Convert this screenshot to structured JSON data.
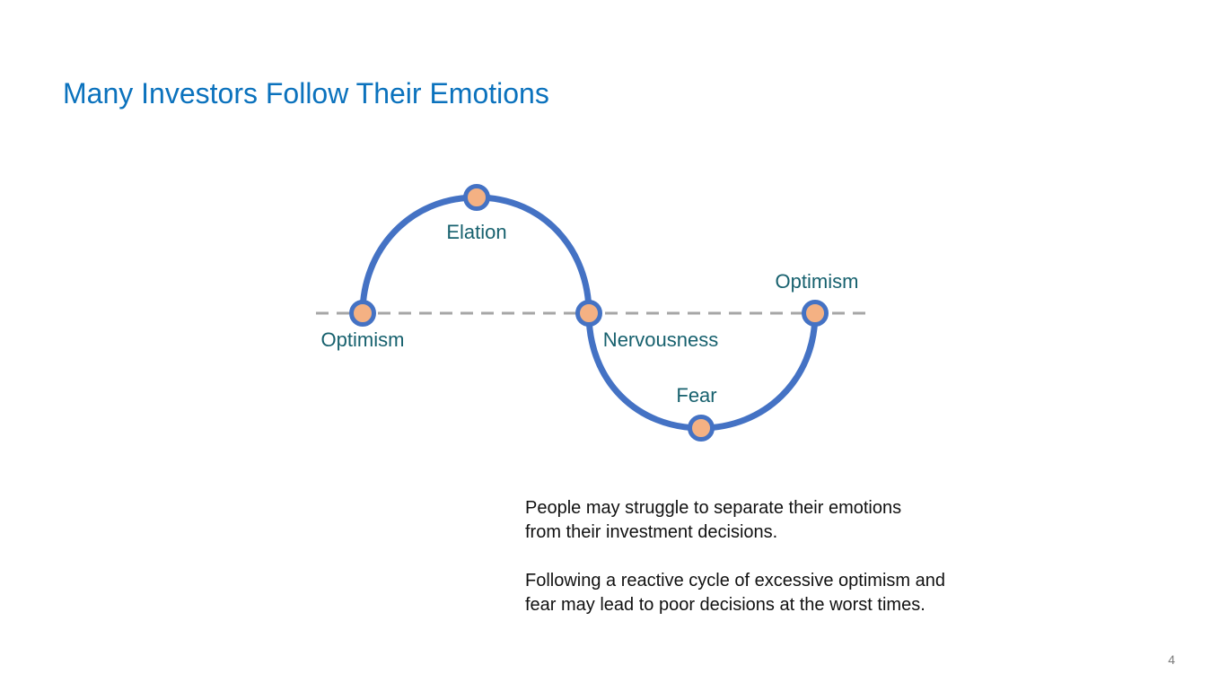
{
  "title": "Many Investors Follow Their Emotions",
  "colors": {
    "title": "#0b72bd",
    "curve": "#4472c4",
    "node_fill": "#f4b183",
    "baseline": "#a6a6a6",
    "label": "#17616e"
  },
  "cycle": {
    "nodes": [
      {
        "label": "Optimism"
      },
      {
        "label": "Elation"
      },
      {
        "label": "Nervousness"
      },
      {
        "label": "Fear"
      },
      {
        "label": "Optimism"
      }
    ]
  },
  "body": {
    "paragraph1_line1": "People may struggle to separate their emotions",
    "paragraph1_line2": "from their investment decisions.",
    "paragraph2_line1": "Following a reactive cycle of excessive optimism and",
    "paragraph2_line2": "fear may lead to poor decisions at the worst times."
  },
  "page_number": "4"
}
